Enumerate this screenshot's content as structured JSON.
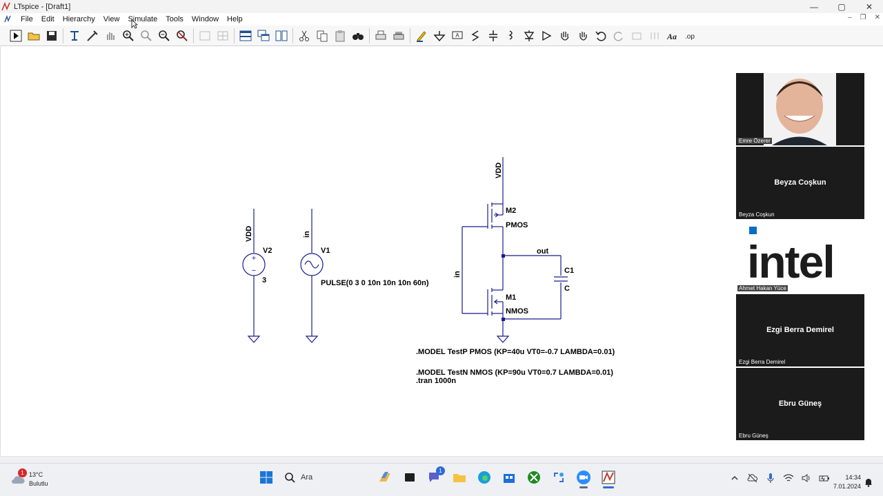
{
  "window": {
    "title": "LTspice - [Draft1]",
    "minimize": "—",
    "maximize": "▢",
    "close": "✕"
  },
  "menu": [
    "File",
    "Edit",
    "Hierarchy",
    "View",
    "Simulate",
    "Tools",
    "Window",
    "Help"
  ],
  "schematic": {
    "net_vdd": "VDD",
    "net_in": "in",
    "net_out": "out",
    "v2_name": "V2",
    "v2_value": "3",
    "v1_name": "V1",
    "v1_value": "PULSE(0 3 0 10n 10n 10n 60n)",
    "m2_name": "M2",
    "m2_model": "PMOS",
    "m1_name": "M1",
    "m1_model": "NMOS",
    "c1_name": "C1",
    "c1_value": "C",
    "model_p": ".MODEL TestP PMOS (KP=40u VT0=-0.7 LAMBDA=0.01)",
    "model_n": ".MODEL TestN NMOS (KP=90u VT0=0.7 LAMBDA=0.01)",
    "tran": ".tran 1000n"
  },
  "participants": [
    {
      "name": "Emre Özerer",
      "video": true
    },
    {
      "name": "Beyza Coşkun",
      "video": false
    },
    {
      "name": "Ahmet Hakan Yüce",
      "video": true,
      "logo": "intel"
    },
    {
      "name": "Ezgi Berra Demirel",
      "video": false
    },
    {
      "name": "Ebru Güneş",
      "video": false
    }
  ],
  "intel_logo_text": "intel",
  "taskbar": {
    "weather_temp": "13°C",
    "weather_desc": "Bulutlu",
    "weather_badge": "1",
    "search_placeholder": "Ara",
    "chat_badge": "1",
    "time": "14:34",
    "date": "7.01.2024"
  }
}
